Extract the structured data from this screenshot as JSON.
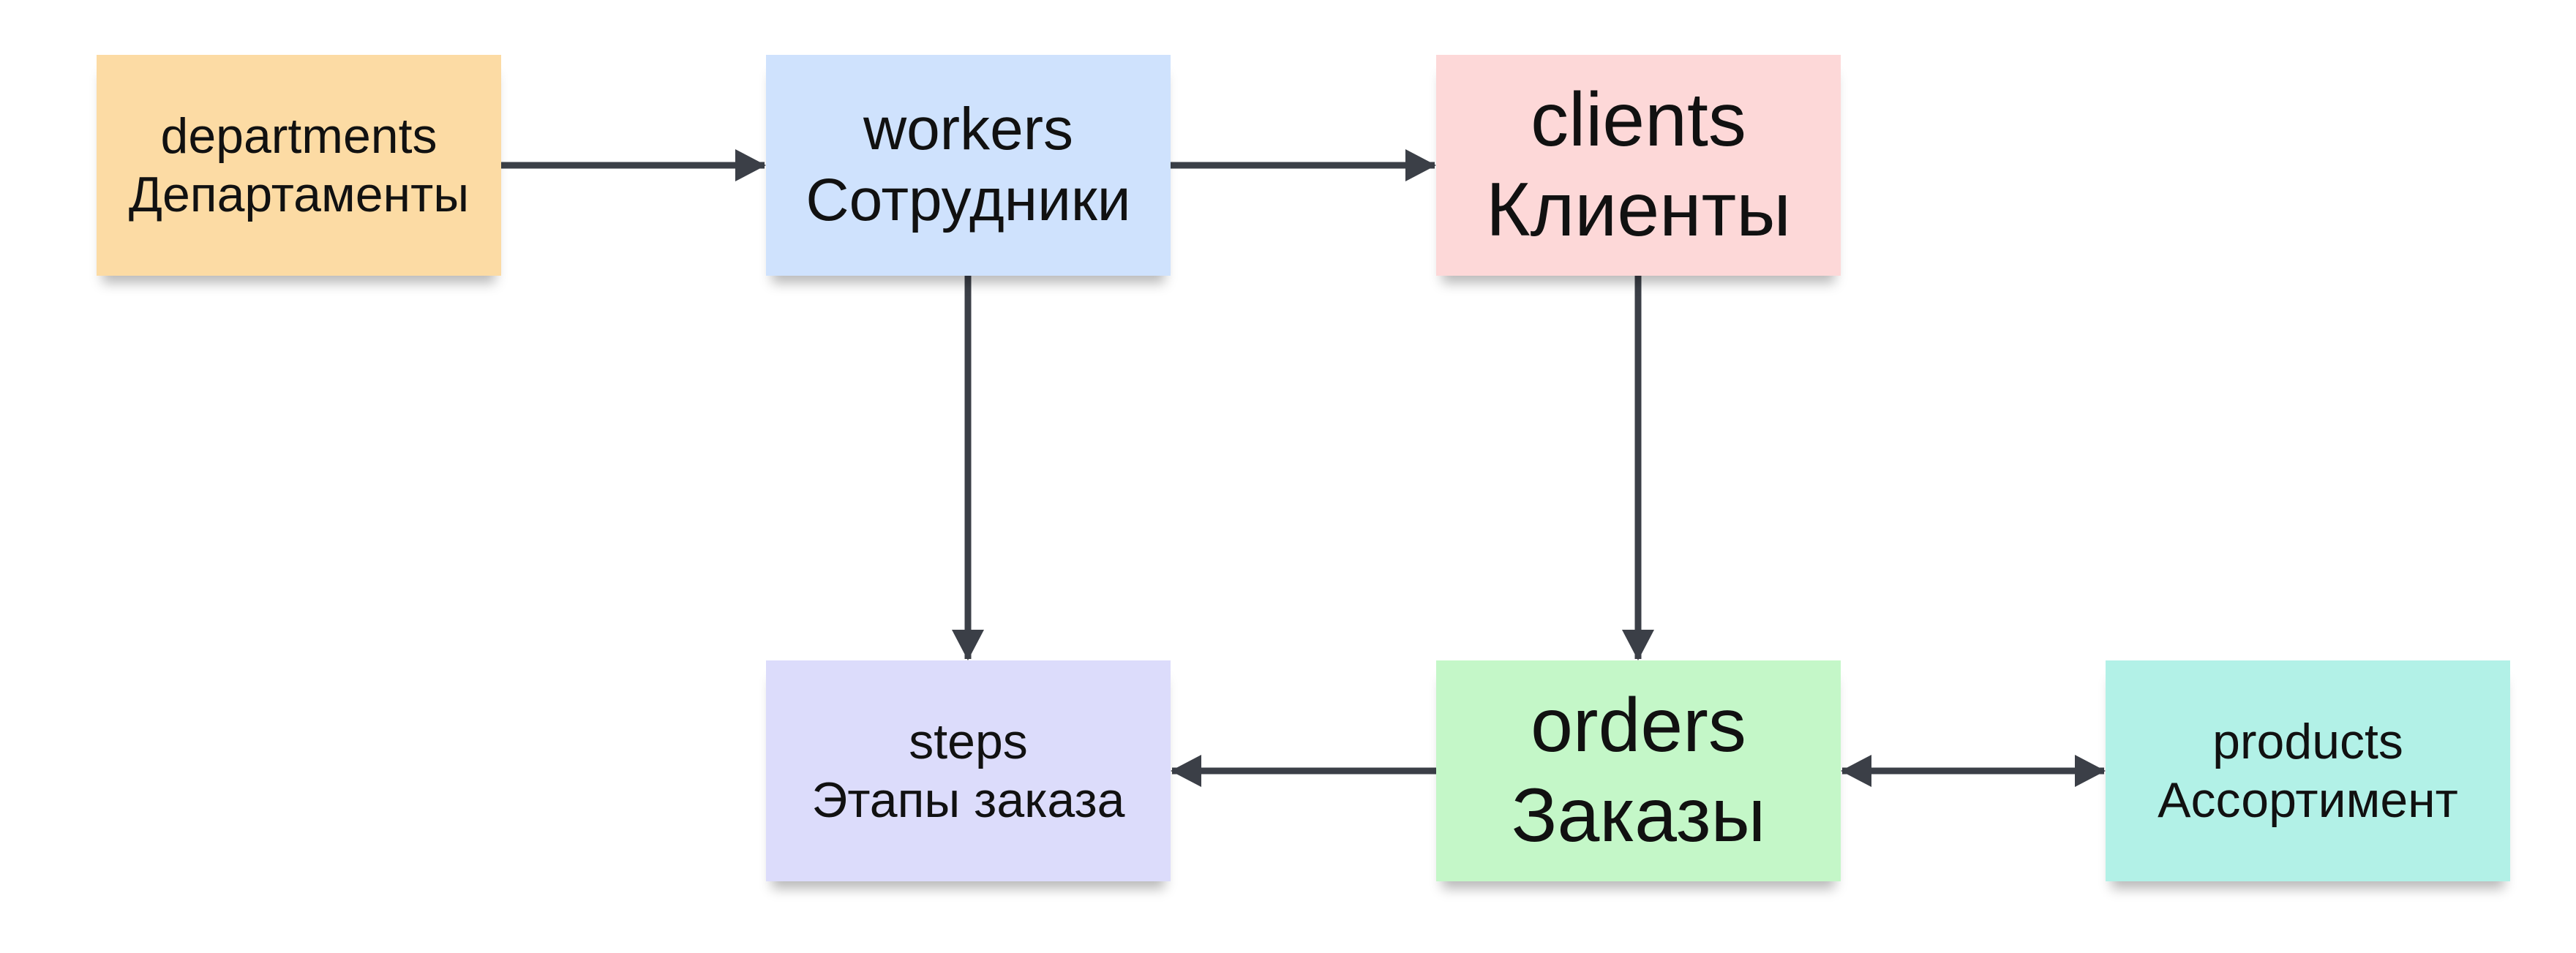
{
  "colors": {
    "arrow": "#3b3f47",
    "departments": "#fcdba4",
    "workers": "#cfe2fd",
    "clients": "#fdd8d8",
    "steps": "#dcdcfb",
    "orders": "#c4f7c8",
    "products": "#b2f1e7"
  },
  "nodes": {
    "departments": {
      "name": "departments",
      "label": "Департаменты"
    },
    "workers": {
      "name": "workers",
      "label": "Сотрудники"
    },
    "clients": {
      "name": "clients",
      "label": "Клиенты"
    },
    "steps": {
      "name": "steps",
      "label": "Этапы заказа"
    },
    "orders": {
      "name": "orders",
      "label": "Заказы"
    },
    "products": {
      "name": "products",
      "label": "Ассортимент"
    }
  },
  "edges": [
    {
      "from": "departments",
      "to": "workers",
      "direction": "forward"
    },
    {
      "from": "workers",
      "to": "clients",
      "direction": "forward"
    },
    {
      "from": "workers",
      "to": "steps",
      "direction": "forward"
    },
    {
      "from": "clients",
      "to": "orders",
      "direction": "forward"
    },
    {
      "from": "orders",
      "to": "steps",
      "direction": "forward"
    },
    {
      "from": "orders",
      "to": "products",
      "direction": "both"
    }
  ]
}
